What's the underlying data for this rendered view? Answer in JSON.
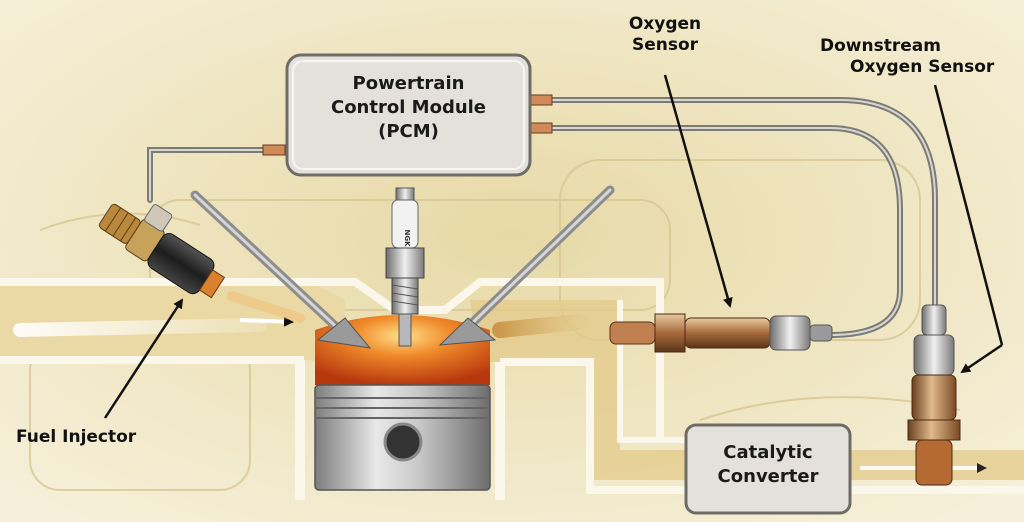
{
  "labels": {
    "pcm": [
      "Powertrain",
      "Control Module",
      "(PCM)"
    ],
    "oxygen_sensor": [
      "Oxygen",
      "Sensor"
    ],
    "downstream_sensor": [
      "Downstream",
      "Oxygen Sensor"
    ],
    "fuel_injector": "Fuel Injector",
    "catalytic_converter": [
      "Catalytic",
      "Converter"
    ],
    "spark_plug_marking": "NGK"
  },
  "colors": {
    "background": "#f2e9c9",
    "wall": "#fbf7ea",
    "box_fill": "#e4e1dc",
    "combustion": "#e2601c",
    "wire": "#9c9a94",
    "connector": "#d08a5a"
  }
}
